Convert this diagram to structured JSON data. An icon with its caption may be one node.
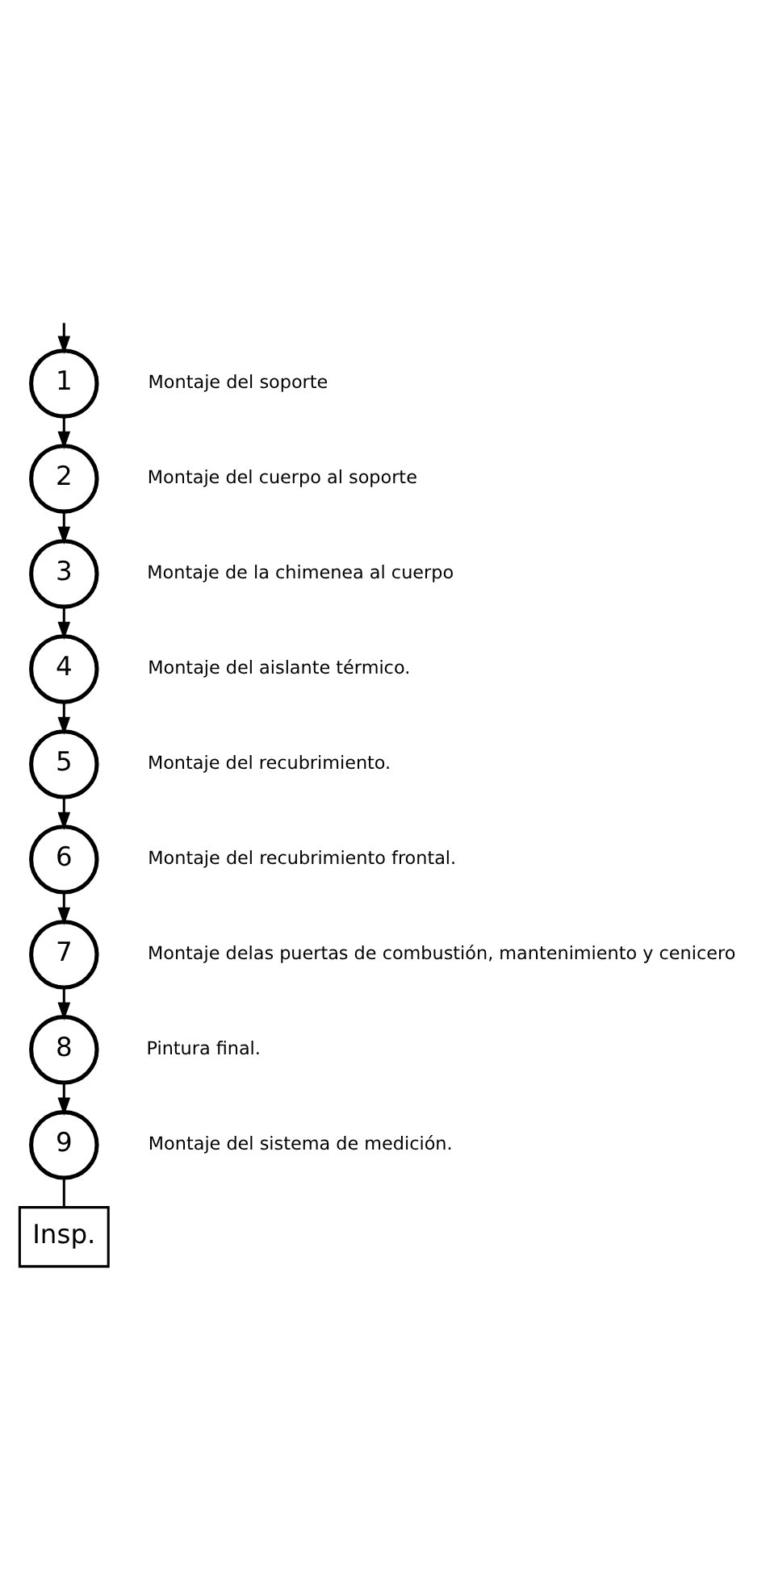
{
  "diagram": {
    "nodes": [
      {
        "text": [
          "1"
        ],
        "beside": [
          "Montaje del soporte"
        ]
      },
      {
        "text": [
          "2"
        ],
        "beside": [
          "Montaje del cuerpo al soporte"
        ]
      },
      {
        "text": [
          "3"
        ],
        "beside": [
          "Montaje de la chimenea al cuerpo"
        ]
      },
      {
        "text": [
          "4"
        ],
        "beside": [
          "Montaje del aislante térmico."
        ]
      },
      {
        "text": [
          "5"
        ],
        "beside": [
          "Montaje del recubrimiento."
        ]
      },
      {
        "text": [
          "6"
        ],
        "beside": [
          "Montaje del recubrimiento frontal."
        ]
      },
      {
        "text": [
          "7"
        ],
        "beside": [
          "Montaje delas puertas de combustión, mantenimiento y cenicero"
        ]
      },
      {
        "text": [
          "8"
        ],
        "beside": [
          "Pintura final."
        ]
      },
      {
        "text": [
          "9"
        ],
        "beside": [
          "Montaje del sistema de medición."
        ]
      },
      {
        "text": [
          "Insp."
        ]
      }
    ],
    "edges": [
      {
        "from": null,
        "to": 0,
        "arrow": "to"
      },
      {
        "from": 0,
        "to": 1,
        "arrow": "to"
      },
      {
        "from": 1,
        "to": 2,
        "arrow": "to"
      },
      {
        "from": 2,
        "to": 3,
        "arrow": "to"
      },
      {
        "from": 3,
        "to": 4,
        "arrow": "to"
      },
      {
        "from": 4,
        "to": 5,
        "arrow": "to"
      },
      {
        "from": 5,
        "to": 6,
        "arrow": "to"
      },
      {
        "from": 6,
        "to": 7,
        "arrow": "to"
      },
      {
        "from": 7,
        "to": 8,
        "arrow": "to"
      },
      {
        "from": 8,
        "to": 9,
        "arrow": "none"
      }
    ]
  }
}
